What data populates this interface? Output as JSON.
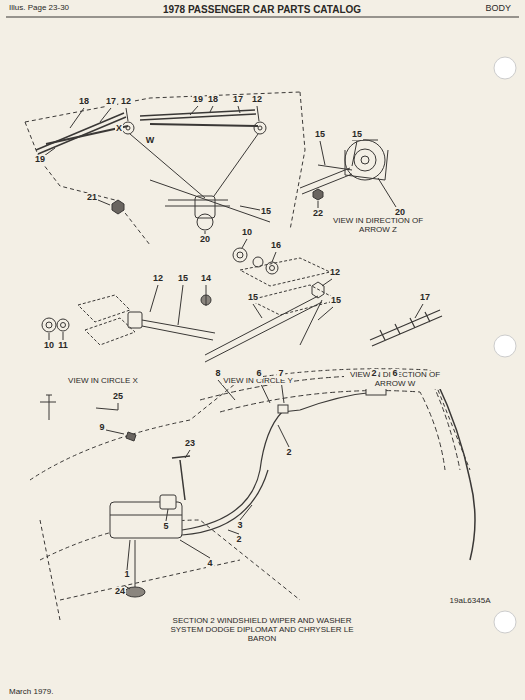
{
  "diagram": {
    "title": "1978 PASSENGER CAR PARTS CATALOG",
    "caption": "SECTION 2 WINDSHIELD WIPER AND WASHER SYSTEM DODGE DIPLOMAT AND CHRYSLER LE BARON",
    "labels": [
      "Illus. Page 23-30",
      "BODY",
      "18",
      "17",
      "12",
      "19",
      "19",
      "18",
      "17",
      "12",
      "X",
      "W",
      "20",
      "15",
      "21",
      "15",
      "15",
      "20",
      "22",
      "VIEW IN DIRECTION OF ARROW Z",
      "10",
      "16",
      "12",
      "15",
      "14",
      "12",
      "15",
      "15",
      "10",
      "11",
      "VIEW IN CIRCLE X",
      "VIEW IN CIRCLE Y",
      "17",
      "VIEW IN DIRECTION OF ARROW W",
      "25",
      "9",
      "8",
      "6",
      "7",
      "2",
      "6",
      "23",
      "2",
      "5",
      "3",
      "2",
      "4",
      "1",
      "24",
      "19aL6345A",
      "March 1979."
    ]
  }
}
